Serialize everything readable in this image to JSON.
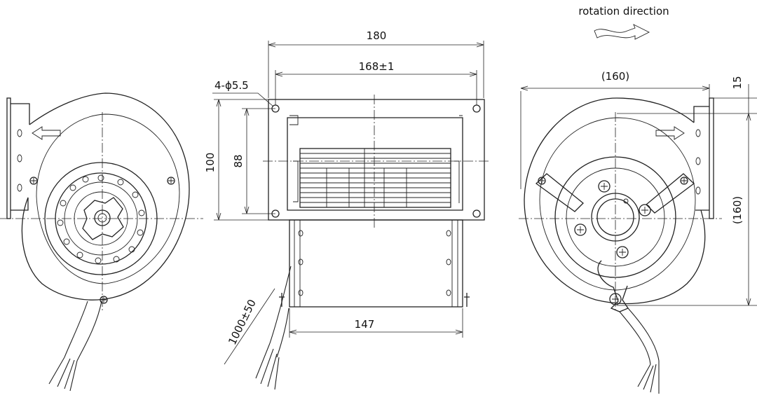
{
  "drawing": {
    "rotation_label": "rotation direction",
    "dimensions": {
      "overall_width": "180",
      "hole_spacing_width": "168±1",
      "mount_holes": "4-ϕ5.5",
      "overall_height": "100",
      "hole_spacing_height": "88",
      "housing_width": "147",
      "cable_length": "1000±50",
      "side_width": "(160)",
      "side_height": "(160)",
      "flange_offset": "15"
    }
  }
}
